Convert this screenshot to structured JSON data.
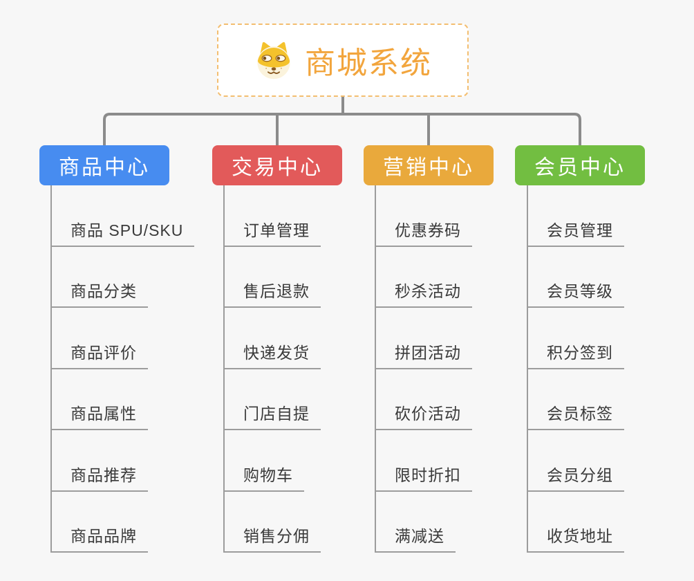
{
  "root": {
    "title": "商城系统",
    "icon": "doge-face-icon",
    "title_color": "#f2a53d",
    "border_color": "#f3be70"
  },
  "branches": [
    {
      "label": "商品中心",
      "color": "#478cf0",
      "children": [
        "商品 SPU/SKU",
        "商品分类",
        "商品评价",
        "商品属性",
        "商品推荐",
        "商品品牌"
      ]
    },
    {
      "label": "交易中心",
      "color": "#e25a5a",
      "children": [
        "订单管理",
        "售后退款",
        "快递发货",
        "门店自提",
        "购物车",
        "销售分佣"
      ]
    },
    {
      "label": "营销中心",
      "color": "#e9a93c",
      "children": [
        "优惠券码",
        "秒杀活动",
        "拼团活动",
        "砍价活动",
        "限时折扣",
        "满减送"
      ]
    },
    {
      "label": "会员中心",
      "color": "#72be41",
      "children": [
        "会员管理",
        "会员等级",
        "积分签到",
        "会员标签",
        "会员分组",
        "收货地址"
      ]
    }
  ],
  "colors": {
    "background": "#f7f7f7",
    "connector_line": "#8b8b8b",
    "leaf_line": "#9c9c9c",
    "leaf_text": "#3a3a3a"
  }
}
